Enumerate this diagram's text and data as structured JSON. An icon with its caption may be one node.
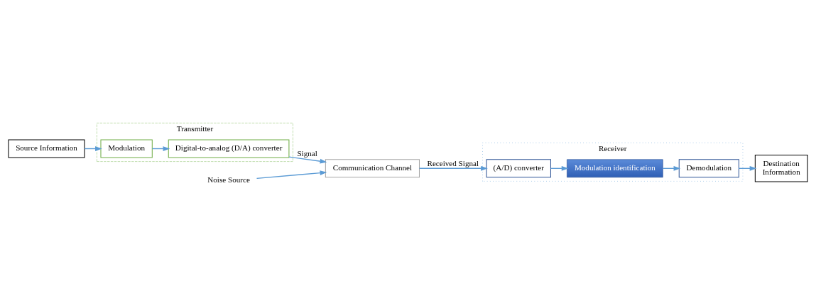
{
  "diagram": {
    "nodes": [
      {
        "text": [
          "Source Information"
        ]
      },
      {
        "text": [
          "Transmitter"
        ]
      },
      {
        "text": [
          "Modulation"
        ],
        "in": 1
      },
      {
        "text": [
          "Digital-to-analog (D/A) converter"
        ],
        "in": 1
      },
      {
        "text": [
          "Communication Channel"
        ]
      },
      {
        "text": [
          "Noise Source"
        ]
      },
      {
        "text": [
          "Destination",
          "Information"
        ]
      },
      {
        "text": [
          "Receiver"
        ]
      },
      {
        "text": [
          "Demodulation"
        ],
        "in": 7
      },
      {
        "text": [
          "Modulation identification"
        ],
        "in": 7
      },
      {
        "text": [
          "(A/D) converter"
        ],
        "in": 7
      }
    ],
    "edges": [
      {
        "from": 0,
        "to": 2,
        "arrow": "to"
      },
      {
        "from": 2,
        "to": 3,
        "arrow": "to"
      },
      {
        "from": 3,
        "to": 4,
        "arrow": "to",
        "label": "Signal"
      },
      {
        "from": 5,
        "to": 4,
        "arrow": "to"
      },
      {
        "from": 4,
        "to": 10,
        "arrow": "to",
        "label": "Received Signal"
      },
      {
        "from": 10,
        "to": 9,
        "arrow": "to"
      },
      {
        "from": 9,
        "to": 8,
        "arrow": "to"
      },
      {
        "from": 8,
        "to": 6,
        "arrow": "to"
      }
    ]
  }
}
